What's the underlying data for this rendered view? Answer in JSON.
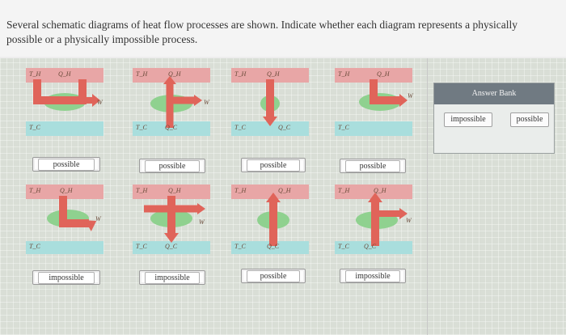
{
  "question": {
    "text": "Several schematic diagrams of heat flow processes are shown. Indicate whether each diagram represents a physically possible or a physically impossible process."
  },
  "labels": {
    "hot": "T_H",
    "cold": "T_C",
    "q_hot": "Q_H",
    "q_cold": "Q_C",
    "work": "W"
  },
  "answers": [
    "possible",
    "possible",
    "possible",
    "possible",
    "impossible",
    "impossible",
    "possible",
    "impossible"
  ],
  "answer_bank": {
    "title": "Answer Bank",
    "items": [
      "impossible",
      "possible"
    ]
  },
  "colors": {
    "hot_reservoir": "#e8a6a6",
    "cold_reservoir": "#a9dedd",
    "engine": "#8fd18f",
    "arrow": "#e0645a",
    "bank_header": "#707a82"
  }
}
